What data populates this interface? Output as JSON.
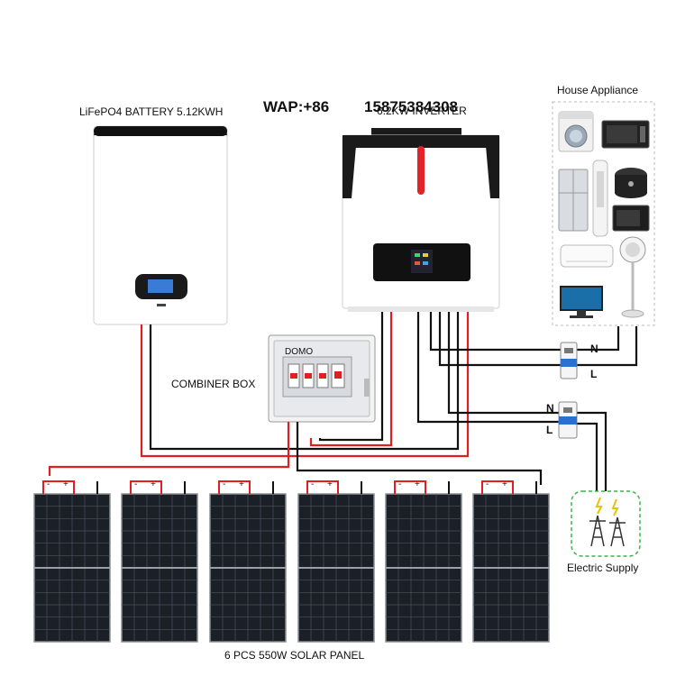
{
  "labels": {
    "battery": "LiFePO4 BATTERY 5.12KWH",
    "wap": "WAP:+86",
    "phone": "15875384308",
    "inverter": "6.2KW INVERTER",
    "house_appliance": "House Appliance",
    "combiner_box": "COMBINER BOX",
    "electric_supply": "Electric Supply",
    "solar_panels": "6 PCS 550W SOLAR PANEL"
  },
  "breakers": {
    "top": {
      "n": "N",
      "l": "L"
    },
    "bottom": {
      "n": "N",
      "l": "L"
    }
  },
  "panel_terminals": {
    "minus": "-",
    "plus": "+"
  },
  "combiner_brand": "DOMO",
  "colors": {
    "wire_red": "#e02020",
    "wire_black": "#111111",
    "panel_cell": "#1b1f26",
    "inverter_accent": "#e2232a",
    "grid_border": "#3bb34a",
    "grid_text": "#2e8b3a",
    "breaker_blue": "#2a6fd6"
  },
  "icons": [
    "battery-icon",
    "inverter-icon",
    "combiner-box-icon",
    "washing-machine-icon",
    "microwave-icon",
    "refrigerator-icon",
    "air-cooler-icon",
    "rice-cooker-icon",
    "oven-icon",
    "air-conditioner-icon",
    "fan-icon",
    "television-icon",
    "breaker-icon",
    "transmission-tower-icon",
    "solar-panel-icon"
  ]
}
